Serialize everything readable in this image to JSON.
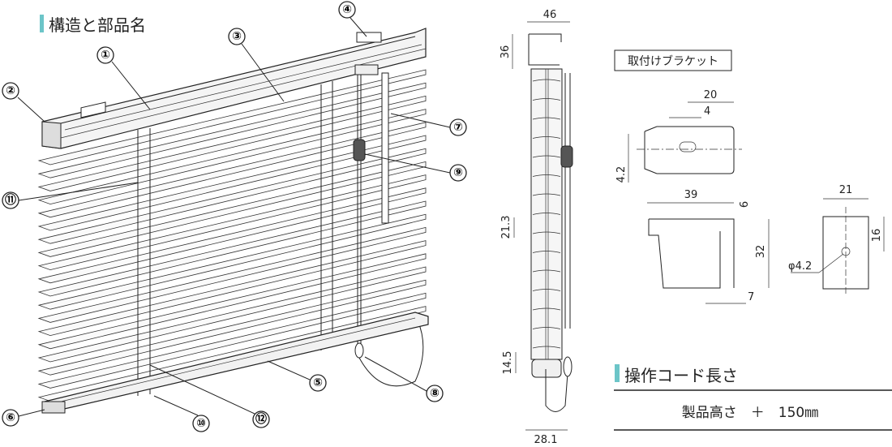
{
  "structure_section": {
    "title": "構造と部品名",
    "accent_color": "#6cc5c8",
    "callouts": [
      "①",
      "②",
      "③",
      "④",
      "⑤",
      "⑥",
      "⑦",
      "⑧",
      "⑨",
      "⑩",
      "⑪",
      "⑫"
    ]
  },
  "side_view": {
    "dims": {
      "top_width": "46",
      "head_height": "36",
      "slat_pitch": "21.3",
      "bottom_rail_height": "14.5",
      "bottom_width": "28.1"
    }
  },
  "bracket_section": {
    "label": "取付けブラケット",
    "top_view_dims": {
      "width": "20",
      "slot": "4",
      "slot_height": "4.2"
    },
    "section_dims": {
      "width": "39",
      "offset_top": "6",
      "height": "32",
      "offset_bottom": "7"
    },
    "front_view_dims": {
      "width": "21",
      "hole_height": "16",
      "hole_diameter": "φ4.2"
    }
  },
  "cord_length_section": {
    "title": "操作コード長さ",
    "formula": "製品高さ　＋　150㎜"
  }
}
